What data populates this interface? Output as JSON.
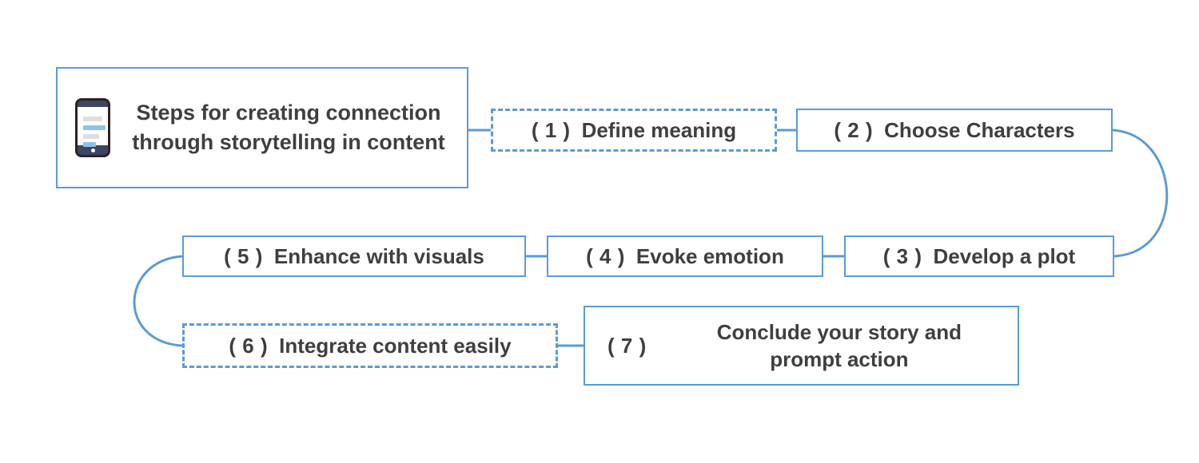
{
  "diagram": {
    "title": "Steps for creating connection through storytelling in content",
    "icon": "mobile-phone-icon",
    "accent_color": "#5b9bd5",
    "text_color": "#3f3f3f",
    "background_color": "#ffffff",
    "steps": [
      {
        "number": "( 1 )",
        "label": "Define meaning",
        "style": "dashed"
      },
      {
        "number": "( 2 )",
        "label": "Choose Characters",
        "style": "solid"
      },
      {
        "number": "( 3 )",
        "label": "Develop a plot",
        "style": "solid"
      },
      {
        "number": "( 4 )",
        "label": "Evoke emotion",
        "style": "solid"
      },
      {
        "number": "( 5 )",
        "label": "Enhance with visuals",
        "style": "solid"
      },
      {
        "number": "( 6 )",
        "label": "Integrate content easily",
        "style": "dashed"
      },
      {
        "number": "( 7 )",
        "label": "Conclude your story and prompt action",
        "style": "solid"
      }
    ]
  }
}
